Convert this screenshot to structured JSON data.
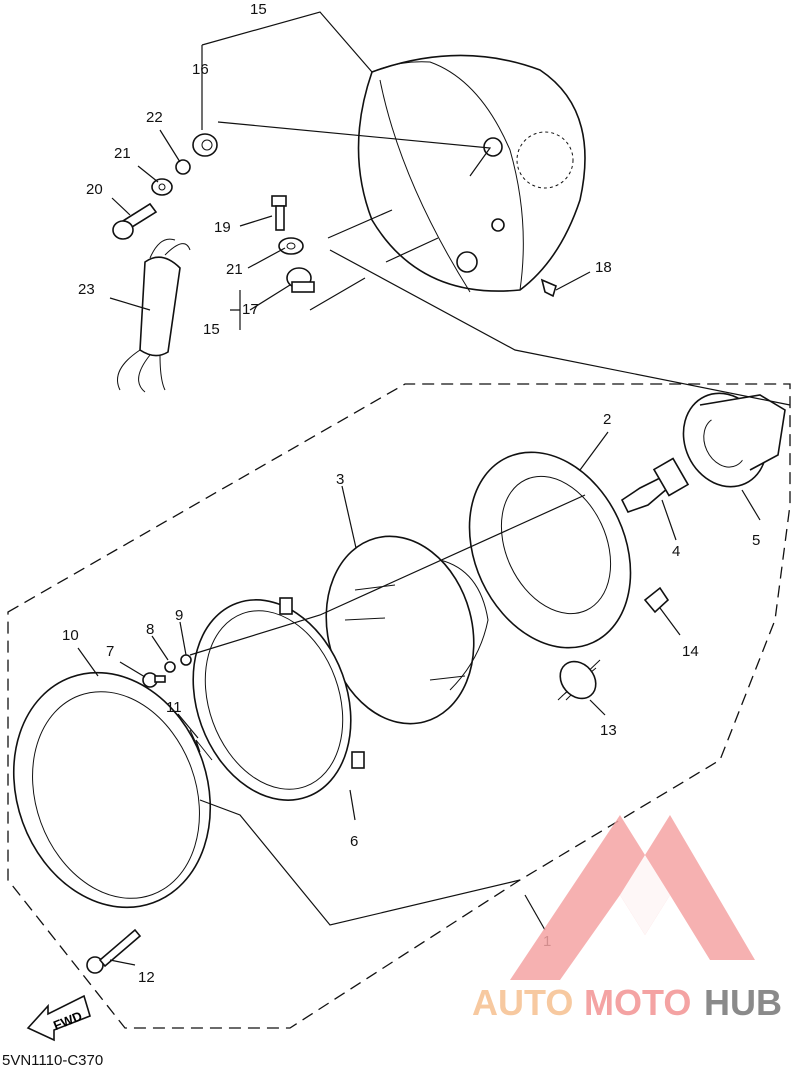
{
  "diagram": {
    "code": "5VN1110-C370",
    "fwd_label": "FWD",
    "callouts": [
      {
        "id": "c1",
        "label": "1"
      },
      {
        "id": "c2",
        "label": "2"
      },
      {
        "id": "c3",
        "label": "3"
      },
      {
        "id": "c4",
        "label": "4"
      },
      {
        "id": "c5",
        "label": "5"
      },
      {
        "id": "c6",
        "label": "6"
      },
      {
        "id": "c7",
        "label": "7"
      },
      {
        "id": "c8",
        "label": "8"
      },
      {
        "id": "c9",
        "label": "9"
      },
      {
        "id": "c10",
        "label": "10"
      },
      {
        "id": "c11",
        "label": "11"
      },
      {
        "id": "c12",
        "label": "12"
      },
      {
        "id": "c13",
        "label": "13"
      },
      {
        "id": "c14",
        "label": "14"
      },
      {
        "id": "c15a",
        "label": "15"
      },
      {
        "id": "c15b",
        "label": "15"
      },
      {
        "id": "c16",
        "label": "16"
      },
      {
        "id": "c17",
        "label": "17"
      },
      {
        "id": "c18",
        "label": "18"
      },
      {
        "id": "c19",
        "label": "19"
      },
      {
        "id": "c20",
        "label": "20"
      },
      {
        "id": "c21a",
        "label": "21"
      },
      {
        "id": "c21b",
        "label": "21"
      },
      {
        "id": "c22",
        "label": "22"
      },
      {
        "id": "c23",
        "label": "23"
      }
    ]
  },
  "watermark": {
    "text_part1": "AUTO",
    "text_part2": "MOTO",
    "text_part3": "HUB",
    "colors": {
      "light": "#f7c9a0",
      "pink": "#f4a3a3",
      "gray": "#8a8a8a",
      "red": "#f08a8a"
    }
  }
}
